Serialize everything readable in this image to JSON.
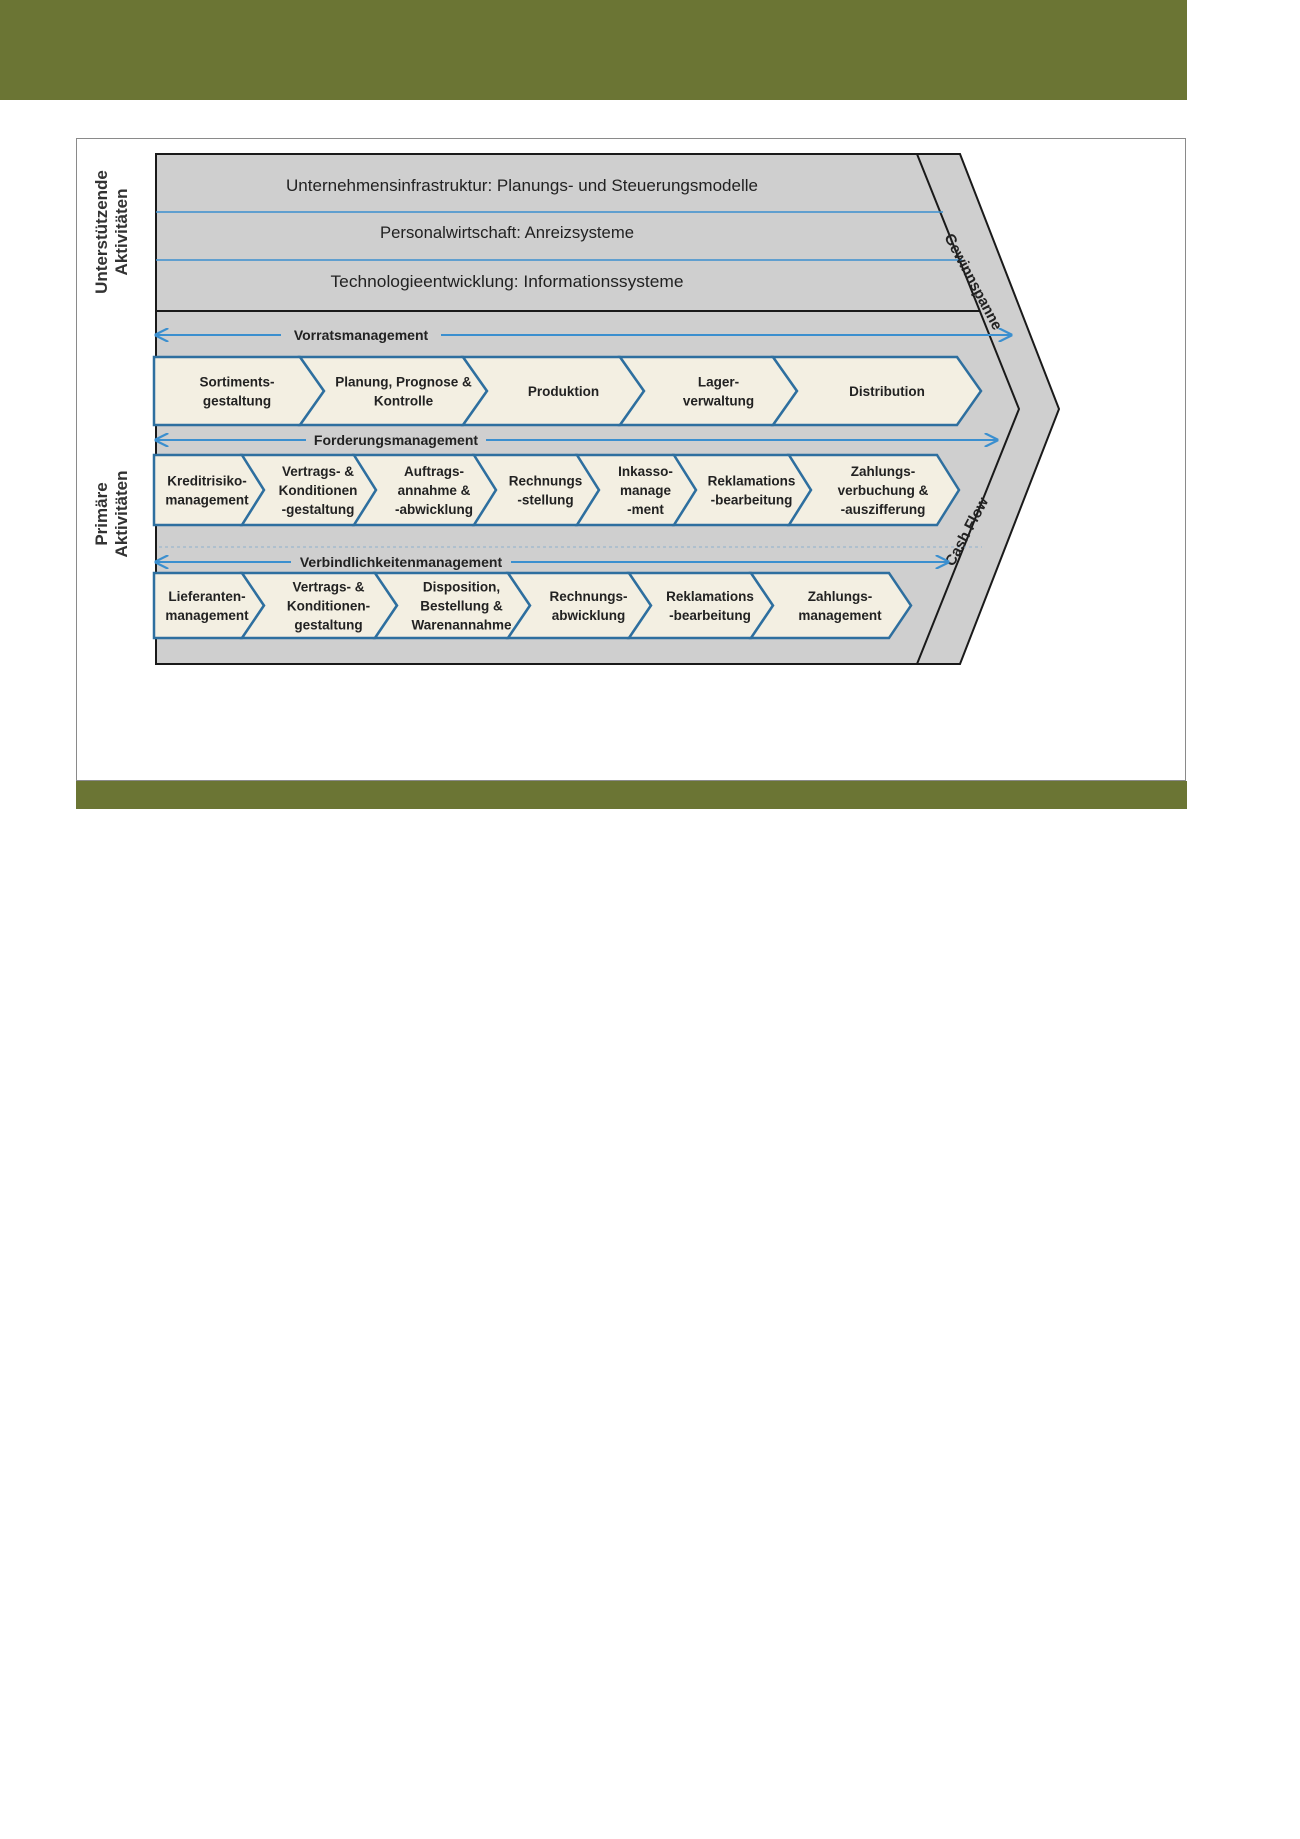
{
  "colors": {
    "band": "#6b7534",
    "panel": "#cfcfcf",
    "chevron_fill": "#f3efe2",
    "chevron_stroke": "#2e6f9f",
    "arrow": "#3b8fcf"
  },
  "side_labels": {
    "support": [
      "Unterstützende",
      "Aktivitäten"
    ],
    "primary": [
      "Primäre",
      "Aktivitäten"
    ]
  },
  "support_rows": [
    "Unternehmensinfrastruktur: Planungs- und Steuerungsmodelle",
    "Personalwirtschaft: Anreizsysteme",
    "Technologieentwicklung: Informationssysteme"
  ],
  "margin_labels": {
    "top": "Gewinnspanne",
    "bottom": "Cash Flow"
  },
  "sections": [
    {
      "title": "Vorratsmanagement",
      "steps": [
        [
          "Sortiments-",
          "gestaltung"
        ],
        [
          "Planung, Prognose &",
          "Kontrolle"
        ],
        [
          "Produktion"
        ],
        [
          "Lager-",
          "verwaltung"
        ],
        [
          "Distribution"
        ]
      ]
    },
    {
      "title": "Forderungsmanagement",
      "steps": [
        [
          "Kreditrisiko-",
          "management"
        ],
        [
          "Vertrags- &",
          "Konditionen",
          "-gestaltung"
        ],
        [
          "Auftrags-",
          "annahme &",
          "-abwicklung"
        ],
        [
          "Rechnungs",
          "-stellung"
        ],
        [
          "Inkasso-",
          "manage",
          "-ment"
        ],
        [
          "Reklamations",
          "-bearbeitung"
        ],
        [
          "Zahlungs-",
          "verbuchung &",
          "-auszifferung"
        ]
      ]
    },
    {
      "title": "Verbindlichkeitenmanagement",
      "steps": [
        [
          "Lieferanten-",
          "management"
        ],
        [
          "Vertrags- &",
          "Konditionen-",
          "gestaltung"
        ],
        [
          "Disposition,",
          "Bestellung &",
          "Warenannahme"
        ],
        [
          "Rechnungs-",
          "abwicklung"
        ],
        [
          "Reklamations",
          "-bearbeitung"
        ],
        [
          "Zahlungs-",
          "management"
        ]
      ]
    }
  ]
}
